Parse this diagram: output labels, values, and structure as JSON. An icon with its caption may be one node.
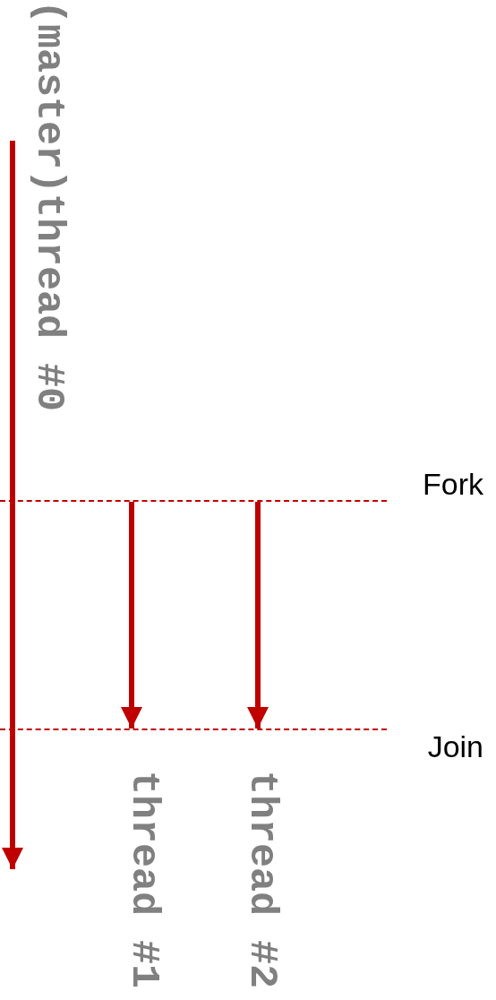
{
  "diagram": {
    "nodes": [
      {
        "text": [
          "Fork"
        ]
      },
      {
        "text": [
          "Join"
        ]
      }
    ],
    "edges": [
      {
        "from": 0,
        "to": 1,
        "arrow": "to"
      },
      {
        "from": 0,
        "to": 1,
        "arrow": "to"
      }
    ],
    "labels": [
      "(master)thread #0",
      "thread #1",
      "thread #2"
    ]
  }
}
